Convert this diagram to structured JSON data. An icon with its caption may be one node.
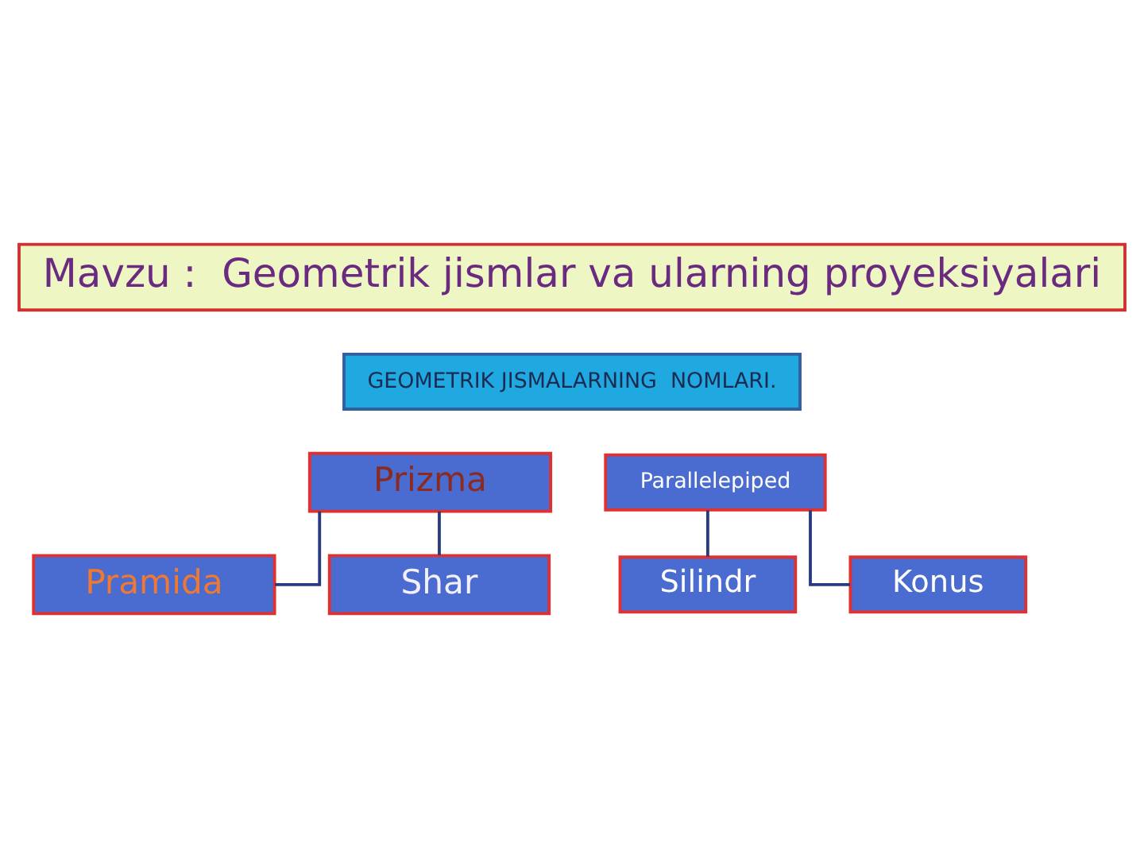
{
  "diagram": {
    "nodes": [
      {
        "text": [
          "Mavzu :  Geometrik jismlar va ularning proyeksiyalari"
        ]
      },
      {
        "text": [
          "GEOMETRIK JISMALARNING  NOMLARI."
        ]
      },
      {
        "text": [
          "Prizma"
        ]
      },
      {
        "text": [
          "Pramida"
        ]
      },
      {
        "text": [
          "Shar"
        ]
      },
      {
        "text": [
          "Parallelepiped"
        ]
      },
      {
        "text": [
          "Silindr"
        ]
      },
      {
        "text": [
          "Konus"
        ]
      }
    ],
    "edges": [
      {
        "from": 2,
        "to": 3,
        "arrow": "none"
      },
      {
        "from": 2,
        "to": 4,
        "arrow": "none"
      },
      {
        "from": 5,
        "to": 6,
        "arrow": "none"
      },
      {
        "from": 5,
        "to": 7,
        "arrow": "none"
      }
    ]
  }
}
